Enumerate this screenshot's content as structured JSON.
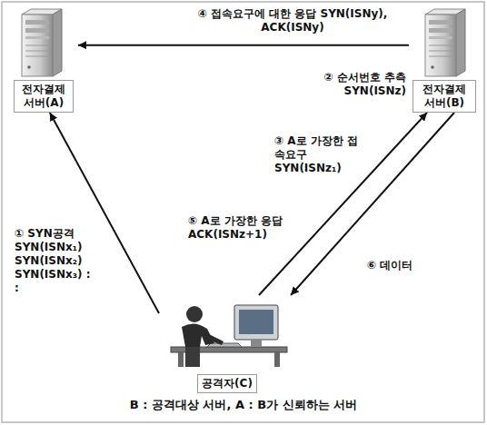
{
  "diagram": {
    "caption": "B : 공격대상 서버, A : B가 신뢰하는 서버",
    "nodes": [
      {
        "text": [
          "전자결제 서버(A)"
        ]
      },
      {
        "text": [
          "전자결제 서버(B)"
        ]
      },
      {
        "text": [
          "공격자(C)"
        ]
      }
    ],
    "edges": [
      {
        "from": 2,
        "to": 0,
        "arrow": "to",
        "label": "① SYN공격 SYN(ISNx₁) SYN(ISNx₂) SYN(ISNx₃) : :"
      },
      {
        "from": 1,
        "to": 0,
        "arrow": "to",
        "label": "④ 접속요구에 대한 응답 SYN(ISNy), ACK(ISNy)"
      },
      {
        "from": 2,
        "to": 1,
        "arrow": "to",
        "label": "③ A로 가장한 접속요구 SYN(ISNz₁)"
      },
      {
        "from": 1,
        "to": 2,
        "arrow": "to",
        "label": "⑥ 데이터"
      }
    ],
    "labels": [
      "② 순서번호 추측 SYN(ISNz)",
      "⑤ A로 가장한 응답 ACK(ISNz+1)"
    ]
  }
}
